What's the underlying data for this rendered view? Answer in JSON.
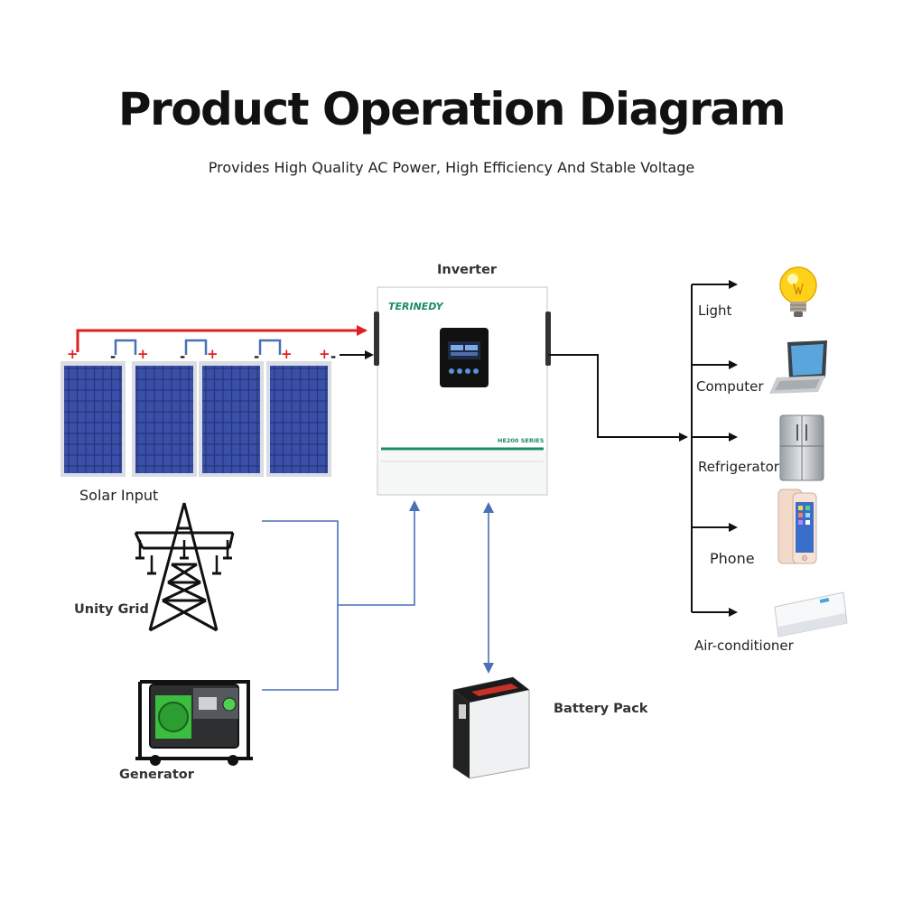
{
  "header": {
    "title": "Product Operation Diagram",
    "subtitle": "Provides High Quality AC Power, High Efficiency And Stable Voltage"
  },
  "inverter": {
    "label": "Inverter",
    "brand": "TERINEDY",
    "series": "HE200 SERIES",
    "accent_color": "#1a8c63"
  },
  "sources": {
    "solar_label": "Solar Input",
    "grid_label": "Unity Grid",
    "generator_label": "Generator",
    "polarity_plus": "+",
    "polarity_minus": "-"
  },
  "storage": {
    "battery_label": "Battery Pack"
  },
  "loads": [
    {
      "label": "Light",
      "icon": "light-bulb-icon"
    },
    {
      "label": "Computer",
      "icon": "laptop-icon"
    },
    {
      "label": "Refrigerator",
      "icon": "refrigerator-icon"
    },
    {
      "label": "Phone",
      "icon": "phone-icon"
    },
    {
      "label": "Air-conditioner",
      "icon": "air-conditioner-icon"
    }
  ],
  "colors": {
    "dc_positive": "#e02020",
    "connector": "#4a70b8",
    "ac_line": "#111111"
  }
}
